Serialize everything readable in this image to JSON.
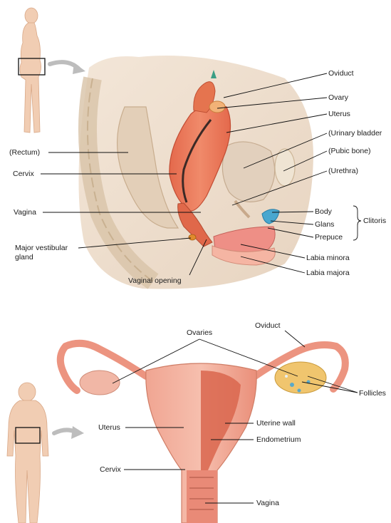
{
  "top_figure": {
    "labels": {
      "oviduct": "Oviduct",
      "ovary": "Ovary",
      "uterus": "Uterus",
      "urinary_bladder": "(Urinary bladder",
      "pubic_bone": "(Pubic bone)",
      "urethra": "(Urethra)",
      "rectum": "(Rectum)",
      "cervix": "Cervix",
      "vagina": "Vagina",
      "body": "Body",
      "glans": "Glans",
      "prepuce": "Prepuce",
      "clitoris": "Clitoris",
      "labia_minora": "Labia minora",
      "labia_majora": "Labia majora",
      "major_vestibular_gland_1": "Major vestibular",
      "major_vestibular_gland_2": "gland",
      "vaginal_opening": "Vaginal opening"
    }
  },
  "bottom_figure": {
    "labels": {
      "ovaries": "Ovaries",
      "oviduct": "Oviduct",
      "follicles": "Follicles",
      "uterus": "Uterus",
      "uterine_wall": "Uterine wall",
      "endometrium": "Endometrium",
      "cervix": "Cervix",
      "vagina": "Vagina"
    }
  }
}
